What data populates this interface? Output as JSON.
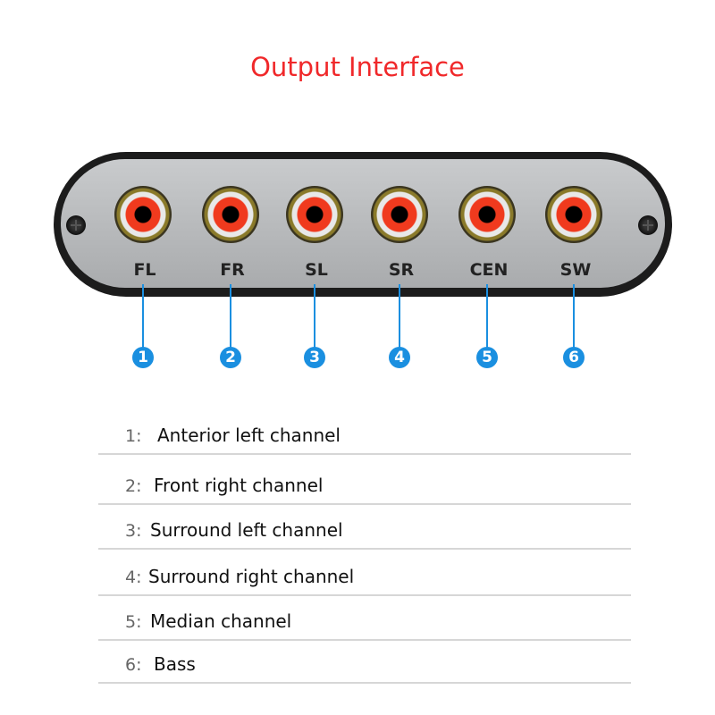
{
  "title": "Output Interface",
  "colors": {
    "title": "#f0282a",
    "accent": "#1a8fe0",
    "jack": "#f03a1e"
  },
  "ports": [
    {
      "label": "FL",
      "number": "1"
    },
    {
      "label": "FR",
      "number": "2"
    },
    {
      "label": "SL",
      "number": "3"
    },
    {
      "label": "SR",
      "number": "4"
    },
    {
      "label": "CEN",
      "number": "5"
    },
    {
      "label": "SW",
      "number": "6"
    }
  ],
  "legend": [
    {
      "num": "1:",
      "text": "Anterior left channel"
    },
    {
      "num": "2:",
      "text": "Front right channel"
    },
    {
      "num": "3:",
      "text": "Surround left channel"
    },
    {
      "num": "4:",
      "text": "Surround right channel"
    },
    {
      "num": "5:",
      "text": "Median channel"
    },
    {
      "num": "6:",
      "text": "Bass"
    }
  ]
}
